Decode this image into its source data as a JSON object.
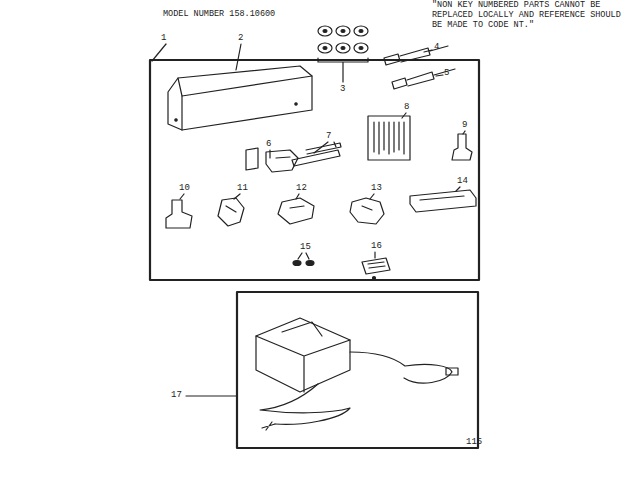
{
  "diagram": {
    "title": "MODEL NUMBER 158.10600",
    "labels": [
      "\"NON KEY NUMBERED PARTS CANNOT BE REPLACED LOCALLY AND REFERENCE SHOULD BE MADE TO CODE NT.\"",
      "1",
      "2",
      "3",
      "4",
      "5",
      "6",
      "7",
      "8",
      "9",
      "10",
      "11",
      "12",
      "13",
      "14",
      "15",
      "16",
      "17",
      "115"
    ]
  }
}
